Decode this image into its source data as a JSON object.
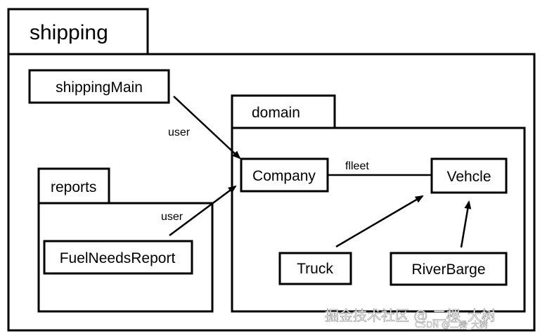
{
  "packages": {
    "shipping": {
      "label": "shipping"
    },
    "domain": {
      "label": "domain"
    },
    "reports": {
      "label": "reports"
    }
  },
  "classes": {
    "shipping_main": "shippingMain",
    "company": "Company",
    "vehicle": "Vehcle",
    "truck": "Truck",
    "river_barge": "RiverBarge",
    "fuel_needs_report": "FuelNeedsReport"
  },
  "relations": {
    "main_to_company": "user",
    "report_to_company": "user",
    "company_vehicle": "flleet"
  },
  "watermark": {
    "text": "掘金技术社区 @ 二棵_大树",
    "small": "CSDN @二棵_大树"
  }
}
